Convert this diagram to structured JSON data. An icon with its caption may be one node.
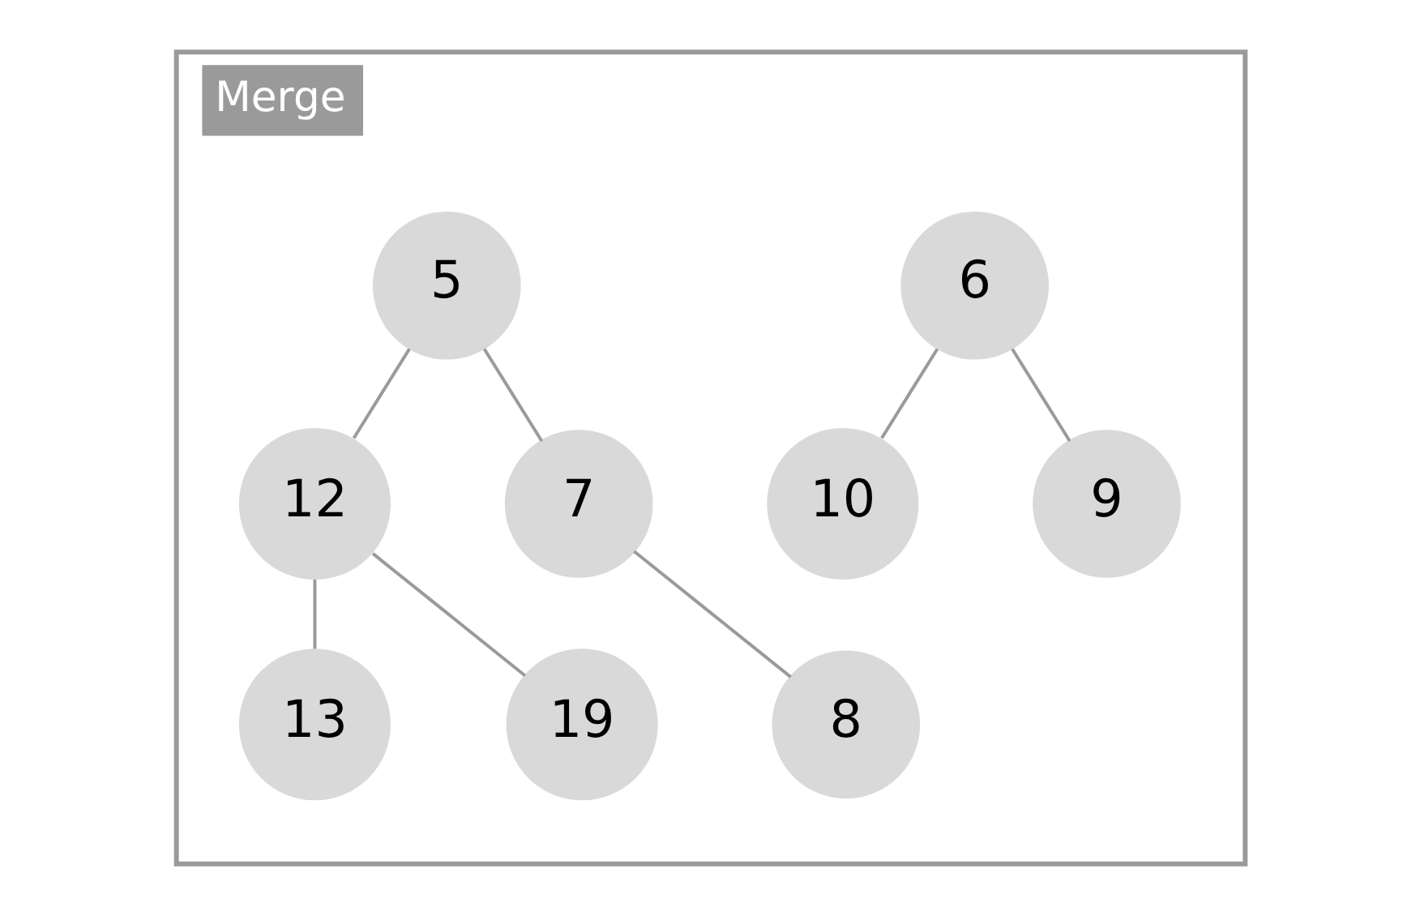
{
  "diagram": {
    "nodes": [
      {
        "text": [
          "Merge"
        ]
      },
      {
        "text": [
          "5"
        ],
        "in": 0
      },
      {
        "text": [
          "12"
        ],
        "in": 0
      },
      {
        "text": [
          "7"
        ],
        "in": 0
      },
      {
        "text": [
          "13"
        ],
        "in": 0
      },
      {
        "text": [
          "19"
        ],
        "in": 0
      },
      {
        "text": [
          "8"
        ],
        "in": 0
      },
      {
        "text": [
          "6"
        ],
        "in": 0
      },
      {
        "text": [
          "10"
        ],
        "in": 0
      },
      {
        "text": [
          "9"
        ],
        "in": 0
      }
    ],
    "edges": [
      {
        "from": 1,
        "to": 2,
        "arrow": "none"
      },
      {
        "from": 1,
        "to": 3,
        "arrow": "none"
      },
      {
        "from": 2,
        "to": 4,
        "arrow": "none"
      },
      {
        "from": 2,
        "to": 5,
        "arrow": "none"
      },
      {
        "from": 3,
        "to": 6,
        "arrow": "none"
      },
      {
        "from": 7,
        "to": 8,
        "arrow": "none"
      },
      {
        "from": 7,
        "to": 9,
        "arrow": "none"
      }
    ]
  }
}
